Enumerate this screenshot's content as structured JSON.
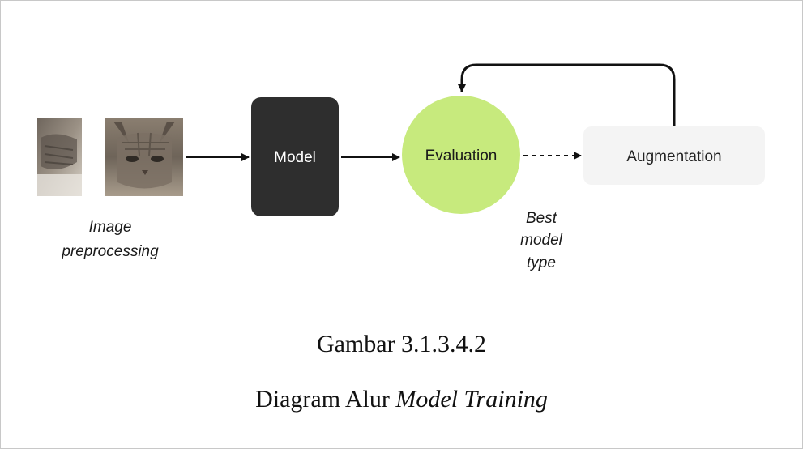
{
  "diagram": {
    "nodes": {
      "model": {
        "label": "Model",
        "fill": "#2e2e2e",
        "text_color": "#ffffff"
      },
      "evaluation": {
        "label": "Evaluation",
        "fill": "#c7ea7d",
        "text_color": "#1a1a1a"
      },
      "augmentation": {
        "label": "Augmentation",
        "fill": "#f4f4f4",
        "text_color": "#222222"
      }
    },
    "image_preprocessing": {
      "label_line1": "Image",
      "label_line2": "preprocessing",
      "thumbnails": [
        "cat-photo-small",
        "cat-photo-large"
      ]
    },
    "edge_labels": {
      "best_model_type_line1": "Best",
      "best_model_type_line2": "model",
      "best_model_type_line3": "type"
    }
  },
  "caption": {
    "figure_number": "Gambar 3.1.3.4.2",
    "title_prefix": "Diagram Alur ",
    "title_emphasis": "Model Training"
  }
}
